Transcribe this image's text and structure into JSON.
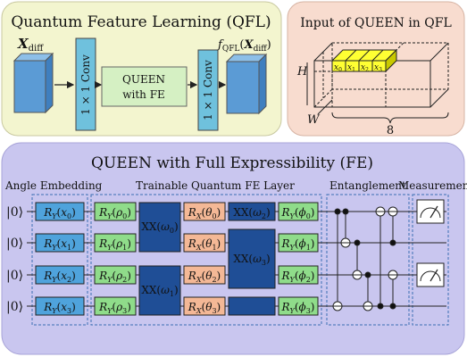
{
  "qfl_panel": {
    "title": "Quantum Feature Learning (QFL)",
    "input_label": {
      "main": "X",
      "sub": "diff"
    },
    "conv_left": "1 × 1 Conv",
    "queen_block": {
      "line1": "QUEEN",
      "line2": "with FE"
    },
    "conv_right": "1 × 1 Conv",
    "output_label": {
      "f": "f",
      "fsub": "QFL",
      "open": "(",
      "x": "X",
      "xsub": "diff",
      "close": ")"
    },
    "colors": {
      "panel": "#f3f5cf",
      "cube": "#5b9bd5",
      "conv": "#6fc1dd",
      "queen": "#d5f0c3"
    }
  },
  "input_panel": {
    "title": "Input of QUEEN in QFL",
    "dim_h": "H",
    "dim_w": "W",
    "dim_depth": "8",
    "patch_labels": [
      {
        "v": "x",
        "s": "0"
      },
      {
        "v": "x",
        "s": "1"
      },
      {
        "v": "x",
        "s": "2"
      },
      {
        "v": "x",
        "s": "3"
      }
    ],
    "colors": {
      "panel": "#f8dccf",
      "patch": "#ffff33"
    }
  },
  "fe_panel": {
    "title": "QUEEN with Full Expressibility (FE)",
    "sections": {
      "angle": "Angle Embedding",
      "trainable": "Trainable Quantum FE Layer",
      "entanglement": "Entanglement",
      "measurement": "Measurement"
    },
    "ket": "|0⟩",
    "embed_gates": [
      {
        "g": "R",
        "gs": "Y",
        "a": "x",
        "as": "0"
      },
      {
        "g": "R",
        "gs": "Y",
        "a": "x",
        "as": "1"
      },
      {
        "g": "R",
        "gs": "Y",
        "a": "x",
        "as": "2"
      },
      {
        "g": "R",
        "gs": "Y",
        "a": "x",
        "as": "3"
      }
    ],
    "rho_gates": [
      {
        "g": "R",
        "gs": "Y",
        "a": "ρ",
        "as": "0"
      },
      {
        "g": "R",
        "gs": "Y",
        "a": "ρ",
        "as": "1"
      },
      {
        "g": "R",
        "gs": "Y",
        "a": "ρ",
        "as": "2"
      },
      {
        "g": "R",
        "gs": "Y",
        "a": "ρ",
        "as": "3"
      }
    ],
    "theta_gates": [
      {
        "g": "R",
        "gs": "X",
        "a": "θ",
        "as": "0"
      },
      {
        "g": "R",
        "gs": "X",
        "a": "θ",
        "as": "1"
      },
      {
        "g": "R",
        "gs": "X",
        "a": "θ",
        "as": "2"
      },
      {
        "g": "R",
        "gs": "X",
        "a": "θ",
        "as": "3"
      }
    ],
    "phi_gates": [
      {
        "g": "R",
        "gs": "Y",
        "a": "ϕ",
        "as": "0"
      },
      {
        "g": "R",
        "gs": "Y",
        "a": "ϕ",
        "as": "1"
      },
      {
        "g": "R",
        "gs": "Y",
        "a": "ϕ",
        "as": "2"
      },
      {
        "g": "R",
        "gs": "Y",
        "a": "ϕ",
        "as": "3"
      }
    ],
    "xx_gates": [
      {
        "g": "XX",
        "a": "ω",
        "as": "0"
      },
      {
        "g": "XX",
        "a": "ω",
        "as": "1"
      },
      {
        "g": "XX",
        "a": "ω",
        "as": "2"
      },
      {
        "g": "XX",
        "a": "ω",
        "as": "3"
      }
    ],
    "colors": {
      "panel": "#c9c6ef",
      "embed": "#4fa3dc",
      "rho": "#8fdc8a",
      "theta": "#f4b896",
      "xx": "#1f4e96",
      "phi": "#8fdc8a"
    }
  }
}
